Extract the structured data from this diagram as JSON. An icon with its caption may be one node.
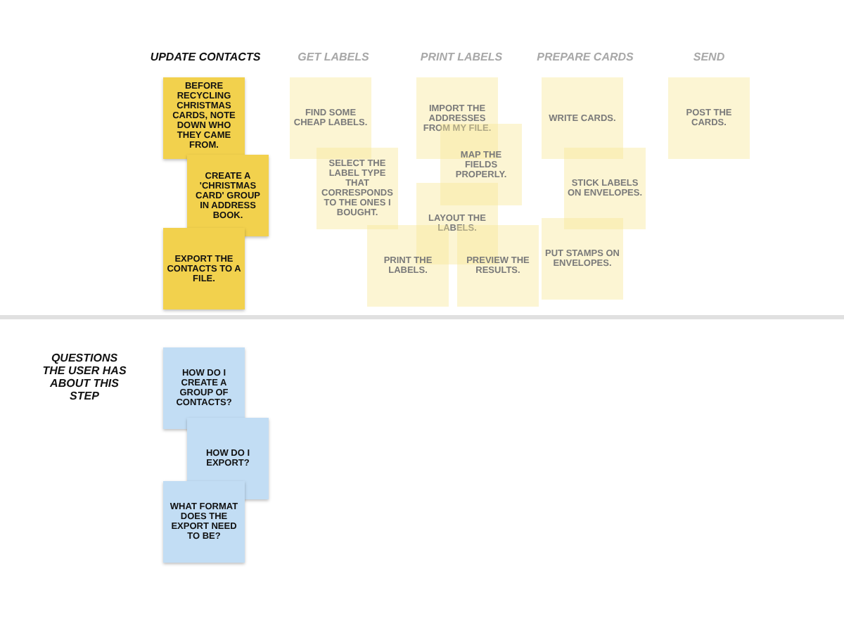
{
  "diagram": {
    "nodes": [
      {
        "text": [
          "BEFORE RECYCLING CHRISTMAS CARDS, NOTE DOWN WHO THEY CAME FROM."
        ]
      },
      {
        "text": [
          "CREATE A 'CHRISTMAS CARD' GROUP IN ADDRESS BOOK."
        ]
      },
      {
        "text": [
          "EXPORT THE CONTACTS TO A FILE."
        ]
      },
      {
        "text": [
          "FIND SOME CHEAP LABELS."
        ]
      },
      {
        "text": [
          "SELECT THE LABEL TYPE THAT CORRESPONDS TO THE ONES I BOUGHT."
        ]
      },
      {
        "text": [
          "IMPORT THE ADDRESSES FROM MY FILE."
        ]
      },
      {
        "text": [
          "MAP THE FIELDS PROPERLY."
        ]
      },
      {
        "text": [
          "LAYOUT THE LABELS."
        ]
      },
      {
        "text": [
          "PRINT THE LABELS."
        ]
      },
      {
        "text": [
          "PREVIEW THE RESULTS."
        ]
      },
      {
        "text": [
          "WRITE CARDS."
        ]
      },
      {
        "text": [
          "STICK LABELS ON ENVELOPES."
        ]
      },
      {
        "text": [
          "PUT STAMPS ON ENVELOPES."
        ]
      },
      {
        "text": [
          "POST THE CARDS."
        ]
      },
      {
        "text": [
          "HOW DO I CREATE A GROUP OF CONTACTS?"
        ]
      },
      {
        "text": [
          "HOW DO I EXPORT?"
        ]
      },
      {
        "text": [
          "WHAT FORMAT DOES THE EXPORT NEED TO BE?"
        ]
      }
    ],
    "labels": [
      "UPDATE CONTACTS",
      "GET LABELS",
      "PRINT LABELS",
      "PREPARE CARDS",
      "SEND",
      "QUESTIONS THE USER HAS ABOUT THIS STEP"
    ]
  }
}
